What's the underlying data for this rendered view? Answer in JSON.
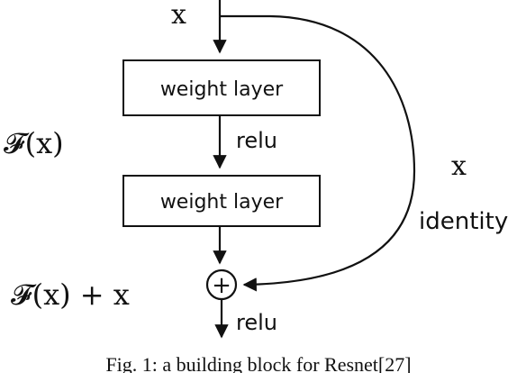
{
  "diagram": {
    "input_label": "x",
    "layer1_label": "weight layer",
    "relu_mid_label": "relu",
    "layer2_label": "weight layer",
    "fx_label": "𝓕(x)",
    "shortcut_x_label": "x",
    "identity_label": "identity",
    "sum_label": "𝓕(x) + x",
    "plus_symbol": "+",
    "relu_out_label": "relu"
  },
  "caption": "Fig. 1: a building block for Resnet[27]"
}
